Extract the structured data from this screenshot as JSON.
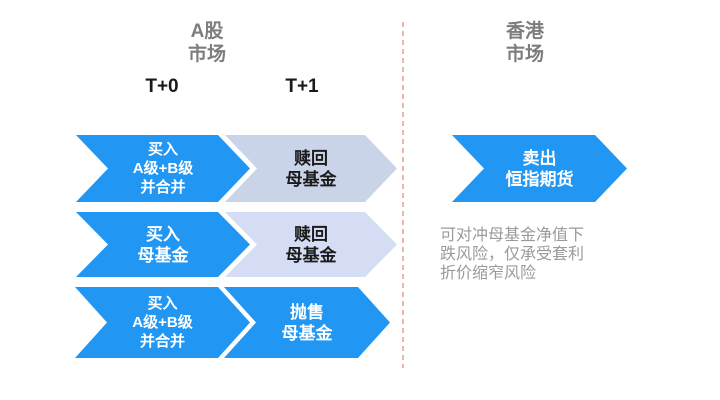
{
  "palette": {
    "arrow_blue": "#2196F3",
    "arrow_light_1": "#C9D4E9",
    "arrow_light_2": "#D4DDF3",
    "divider_red": "#F2B3AC",
    "header_gray": "#7D7D7D",
    "note_gray": "#9A9A9A",
    "text_dark": "#1A1A1A",
    "text_on_blue": "#FFFFFF"
  },
  "left_section": {
    "header": "A股\n市场",
    "columns": [
      {
        "label": "T+0"
      },
      {
        "label": "T+1"
      }
    ],
    "rows": [
      {
        "steps": [
          {
            "label": "买入\nA级+B级\n并合并",
            "style": "blue"
          },
          {
            "label": "赎回\n母基金",
            "style": "light"
          }
        ]
      },
      {
        "steps": [
          {
            "label": "买入\n母基金",
            "style": "blue"
          },
          {
            "label": "赎回\n母基金",
            "style": "light"
          }
        ]
      },
      {
        "steps": [
          {
            "label": "买入\nA级+B级\n并合并",
            "style": "blue"
          },
          {
            "label": "抛售\n母基金",
            "style": "blue"
          }
        ]
      }
    ]
  },
  "right_section": {
    "header": "香港\n市场",
    "arrow": {
      "label": "卖出\n恒指期货",
      "style": "blue"
    },
    "note": "可对冲母基金净值下\n跌风险，仅承受套利\n折价缩窄风险"
  }
}
